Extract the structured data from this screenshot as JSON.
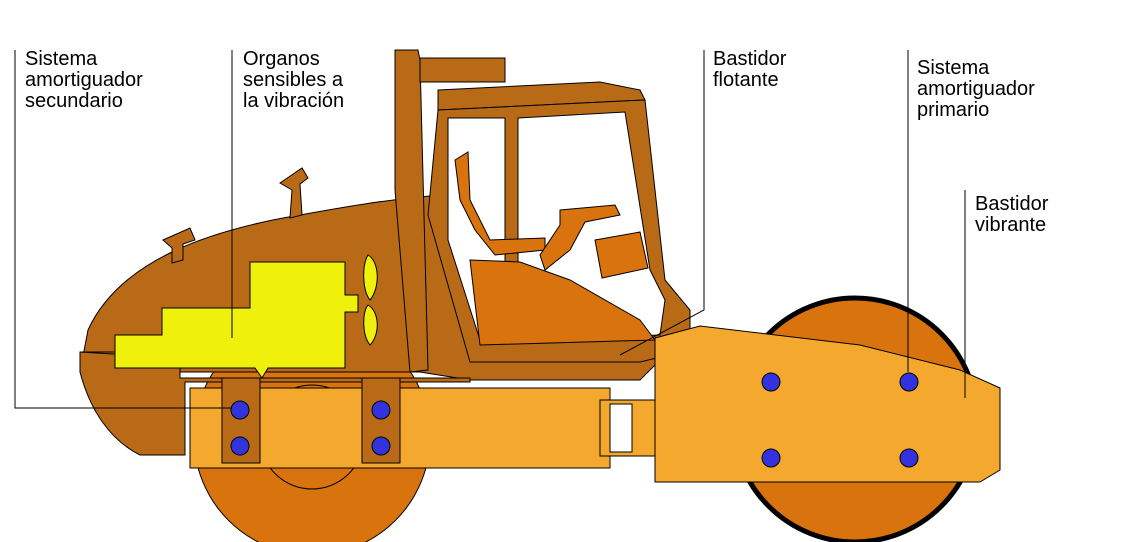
{
  "labels": {
    "secondary_damping": [
      "Sistema",
      "amortiguador",
      "secundario"
    ],
    "vibration_sensitive": [
      "Organos",
      "sensibles a",
      "la vibración"
    ],
    "floating_frame": [
      "Bastidor",
      "flotante"
    ],
    "primary_damping": [
      "Sistema",
      "amortiguador",
      "primario"
    ],
    "vibrating_frame": [
      "Bastidor",
      "vibrante"
    ]
  },
  "colors": {
    "body_dark": "#b86a17",
    "body_mid": "#d8730e",
    "body_light": "#f5a82e",
    "engine_yellow": "#f0f00d",
    "damper_dot": "#3333dd",
    "outline": "#000000"
  }
}
